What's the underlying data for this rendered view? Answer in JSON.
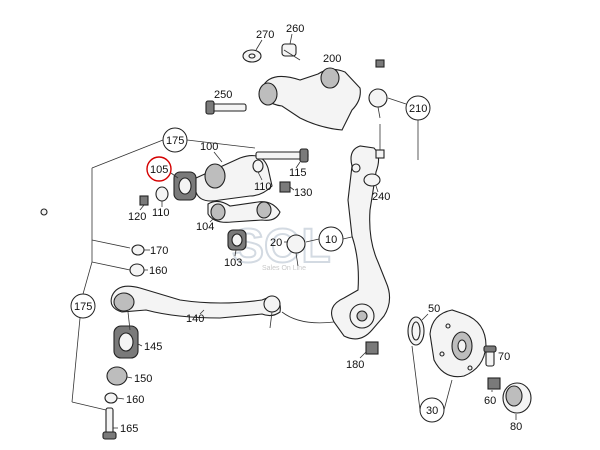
{
  "callouts": {
    "c270": "270",
    "c260": "260",
    "c200": "200",
    "c250": "250",
    "c210": "210",
    "c175a": "175",
    "c100": "100",
    "c105": "105",
    "c115": "115",
    "c110a": "110",
    "c110b": "110",
    "c120": "120",
    "c130": "130",
    "c240": "240",
    "c104": "104",
    "c103": "103",
    "c20": "20",
    "c10": "10",
    "c170": "170",
    "c160a": "160",
    "c175b": "175",
    "c140": "140",
    "c145": "145",
    "c150": "150",
    "c160b": "160",
    "c165": "165",
    "c50": "50",
    "c180": "180",
    "c70": "70",
    "c60": "60",
    "c30": "30",
    "c80": "80"
  },
  "watermark": {
    "logo": "SOL",
    "tagline": "Sales On Line"
  },
  "colors": {
    "highlight_ring": "#d40000",
    "line": "#222222"
  }
}
